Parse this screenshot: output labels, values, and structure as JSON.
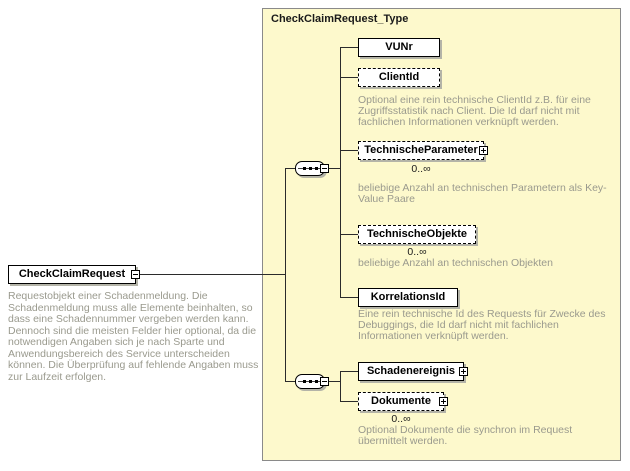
{
  "panel": {
    "title": "CheckClaimRequest_Type"
  },
  "root": {
    "label": "CheckClaimRequest",
    "description": "Requestobjekt einer Schadenmeldung. Die Schadenmeldung muss alle Elemente beinhalten, so dass eine Schadennummer vergeben werden kann. Dennoch sind die meisten Felder hier optional, da die notwendigen Angaben sich je nach Sparte und Anwendungsbereich des Service unterscheiden können. Die Überprüfung auf fehlende Angaben muss zur Laufzeit erfolgen."
  },
  "elements": {
    "vunr": {
      "name": "VUNr"
    },
    "client_id": {
      "name": "ClientId",
      "annotation": "Optional eine rein technische ClientId z.B. für eine Zugriffsstatistik nach Client. Die Id darf nicht mit fachlichen Informationen verknüpft werden."
    },
    "technische_parameter": {
      "name": "TechnischeParameter",
      "occurrence": "0..∞",
      "annotation": "beliebige Anzahl an technischen Parametern als Key-Value Paare"
    },
    "technische_objekte": {
      "name": "TechnischeObjekte",
      "occurrence": "0..∞",
      "annotation": "beliebige Anzahl an technischen Objekten"
    },
    "korrelations_id": {
      "name": "KorrelationsId",
      "annotation": "Eine rein technische Id des Requests für Zwecke des Debuggings, die Id darf nicht mit fachlichen Informationen verknüpft werden."
    },
    "schadenereignis": {
      "name": "Schadenereignis"
    },
    "dokumente": {
      "name": "Dokumente",
      "occurrence": "0..∞",
      "annotation": "Optional Dokumente die synchron im Request übermittelt werden."
    }
  }
}
